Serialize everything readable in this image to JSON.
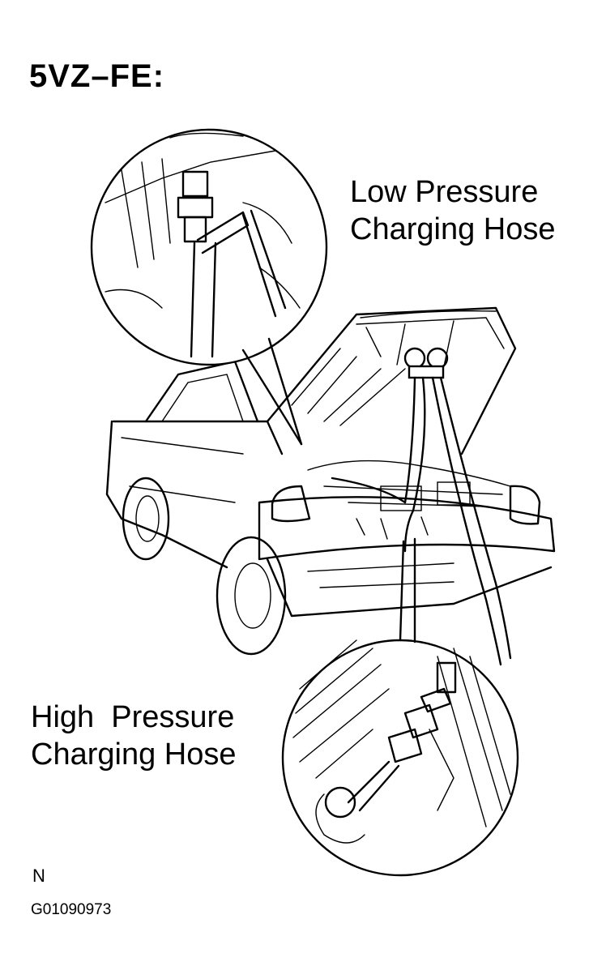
{
  "heading": "5VZ–FE:",
  "callouts": {
    "low_pressure": {
      "line1": "Low Pressure",
      "line2": "Charging Hose"
    },
    "high_pressure": {
      "line1": "High  Pressure",
      "line2": "Charging Hose"
    }
  },
  "note": "N",
  "figure_id": "G01090973"
}
